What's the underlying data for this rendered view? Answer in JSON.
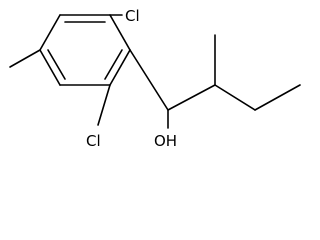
{
  "molecule": {
    "atom_labels": {
      "cl_top": "Cl",
      "cl_bottom": "Cl",
      "oh": "OH"
    },
    "colors": {
      "bond": "#000000",
      "label": "#000000",
      "background": "#ffffff"
    }
  }
}
